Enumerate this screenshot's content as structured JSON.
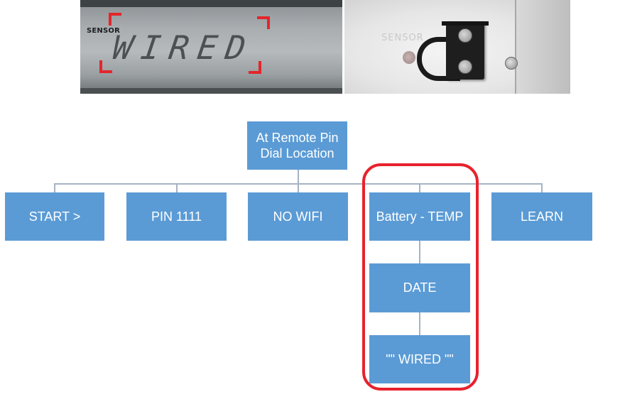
{
  "photos": {
    "lcd": {
      "sensor_label": "SENSOR",
      "display_text": "WIRED",
      "bracket_color": "#e3262b"
    },
    "terminal": {
      "sensor_label": "SENSOR"
    }
  },
  "diagram": {
    "root": "At Remote Pin\nDial Location",
    "children": [
      "START >",
      "PIN 1111",
      "NO WIFI",
      "Battery - TEMP",
      "LEARN"
    ],
    "sub_children": [
      "DATE",
      "\"\" WIRED \"\""
    ],
    "node_color": "#5b9bd5",
    "connector_color": "#a6b3c4",
    "highlight_color": "#e8222d"
  }
}
